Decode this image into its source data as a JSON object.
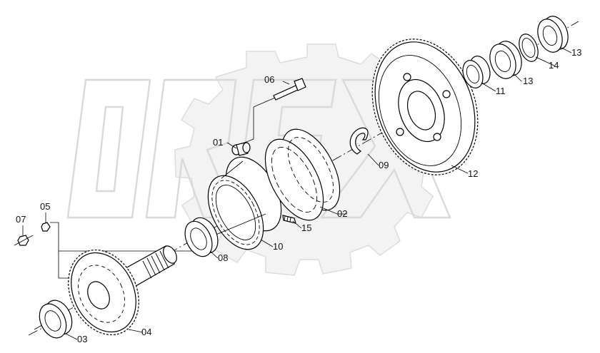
{
  "watermark": {
    "text": "OREX"
  },
  "parts": [
    {
      "id": "01",
      "label": "01"
    },
    {
      "id": "02",
      "label": "02"
    },
    {
      "id": "03",
      "label": "03"
    },
    {
      "id": "04",
      "label": "04"
    },
    {
      "id": "05",
      "label": "05"
    },
    {
      "id": "06",
      "label": "06"
    },
    {
      "id": "07",
      "label": "07"
    },
    {
      "id": "08",
      "label": "08"
    },
    {
      "id": "09",
      "label": "09"
    },
    {
      "id": "10",
      "label": "10"
    },
    {
      "id": "11",
      "label": "11"
    },
    {
      "id": "12",
      "label": "12"
    },
    {
      "id": "13a",
      "label": "13"
    },
    {
      "id": "13b",
      "label": "13"
    },
    {
      "id": "14",
      "label": "14"
    },
    {
      "id": "15",
      "label": "15"
    }
  ]
}
